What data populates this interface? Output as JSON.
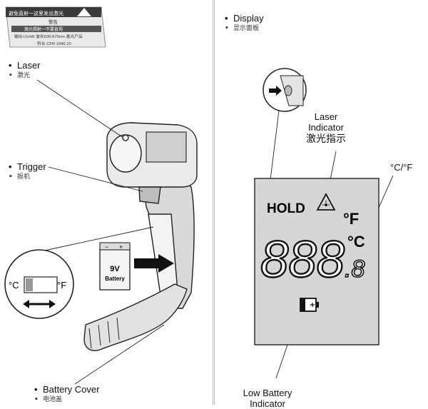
{
  "warning_label": {
    "line1": "避免直射一这里发出激光",
    "line2": "警告",
    "line3": "激光照射一不要直视",
    "line4": "输出<1mW 波长630-670nm 激光产品",
    "line5": "符合 CFR 1040.10"
  },
  "left": {
    "laser": {
      "label": "Laser",
      "sub": "激光"
    },
    "trigger": {
      "label": "Trigger",
      "sub": "扳机"
    },
    "battery_cover": {
      "label": "Battery Cover",
      "sub": "电池盖"
    },
    "switch": {
      "c": "°C",
      "f": "°F"
    },
    "battery": {
      "line1": "9V",
      "line2": "Battery",
      "minus": "−",
      "plus": "+"
    }
  },
  "right": {
    "display": {
      "label": "Display",
      "sub": "显示面板"
    },
    "laser_indicator": {
      "line1": "Laser",
      "line2": "Indicator",
      "sub": "激光指示"
    },
    "cf": {
      "label": "°C/°F"
    },
    "lcd": {
      "hold": "HOLD",
      "f": "°F",
      "c": "°C",
      "digits": "888",
      "decimal": ".8"
    },
    "low_battery": {
      "line1": "Low Battery",
      "line2": "Indicator"
    }
  },
  "colors": {
    "lcd_bg": "#d6d6d6",
    "ink": "#111111",
    "warning_bg": "#3a3a3a"
  }
}
